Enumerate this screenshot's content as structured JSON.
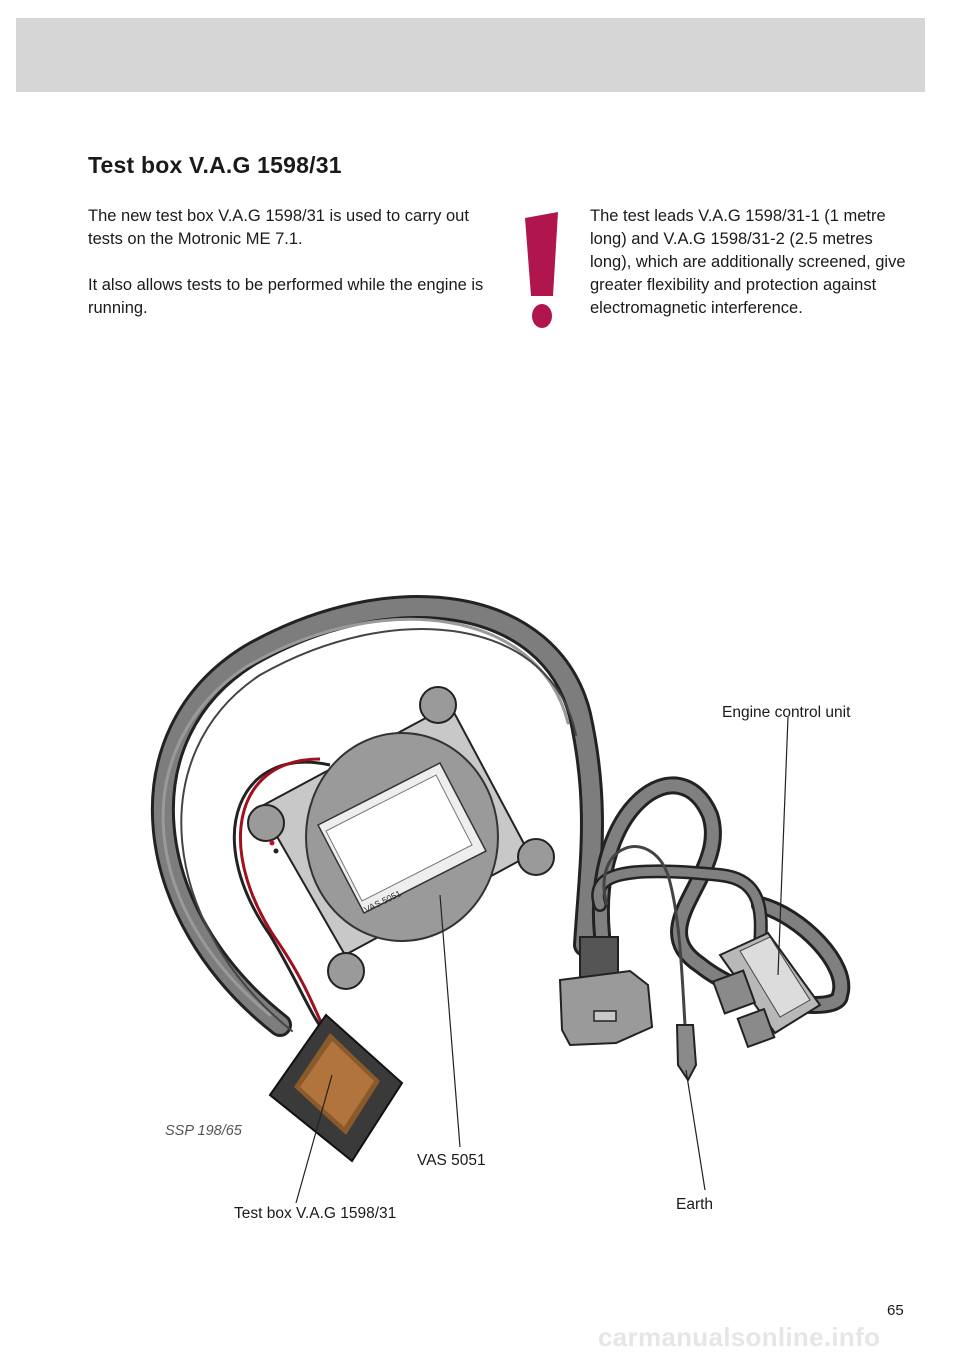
{
  "page": {
    "title": "Test box V.A.G 1598/31",
    "paragraphs": [
      "The new test box V.A.G 1598/31 is used to carry out tests on the Motronic ME 7.1.",
      "It also allows tests to be performed while the engine is running."
    ],
    "note": "The test leads V.A.G 1598/31-1 (1 metre long) and V.A.G 1598/31-2 (2.5 metres long), which are additionally screened, give greater flexibility and protection against electromagnetic interference.",
    "warning_icon": "exclamation-icon",
    "warning_color": "#b0154e"
  },
  "illustration": {
    "labels": {
      "engine_control_unit": "Engine control unit",
      "vas": "VAS 5051",
      "earth": "Earth",
      "test_box": "Test box V.A.G 1598/31",
      "ssp": "SSP 198/65"
    },
    "device_label": "VAS 5051"
  },
  "footer": {
    "page_number": "65",
    "watermark": "carmanualsonline.info"
  }
}
